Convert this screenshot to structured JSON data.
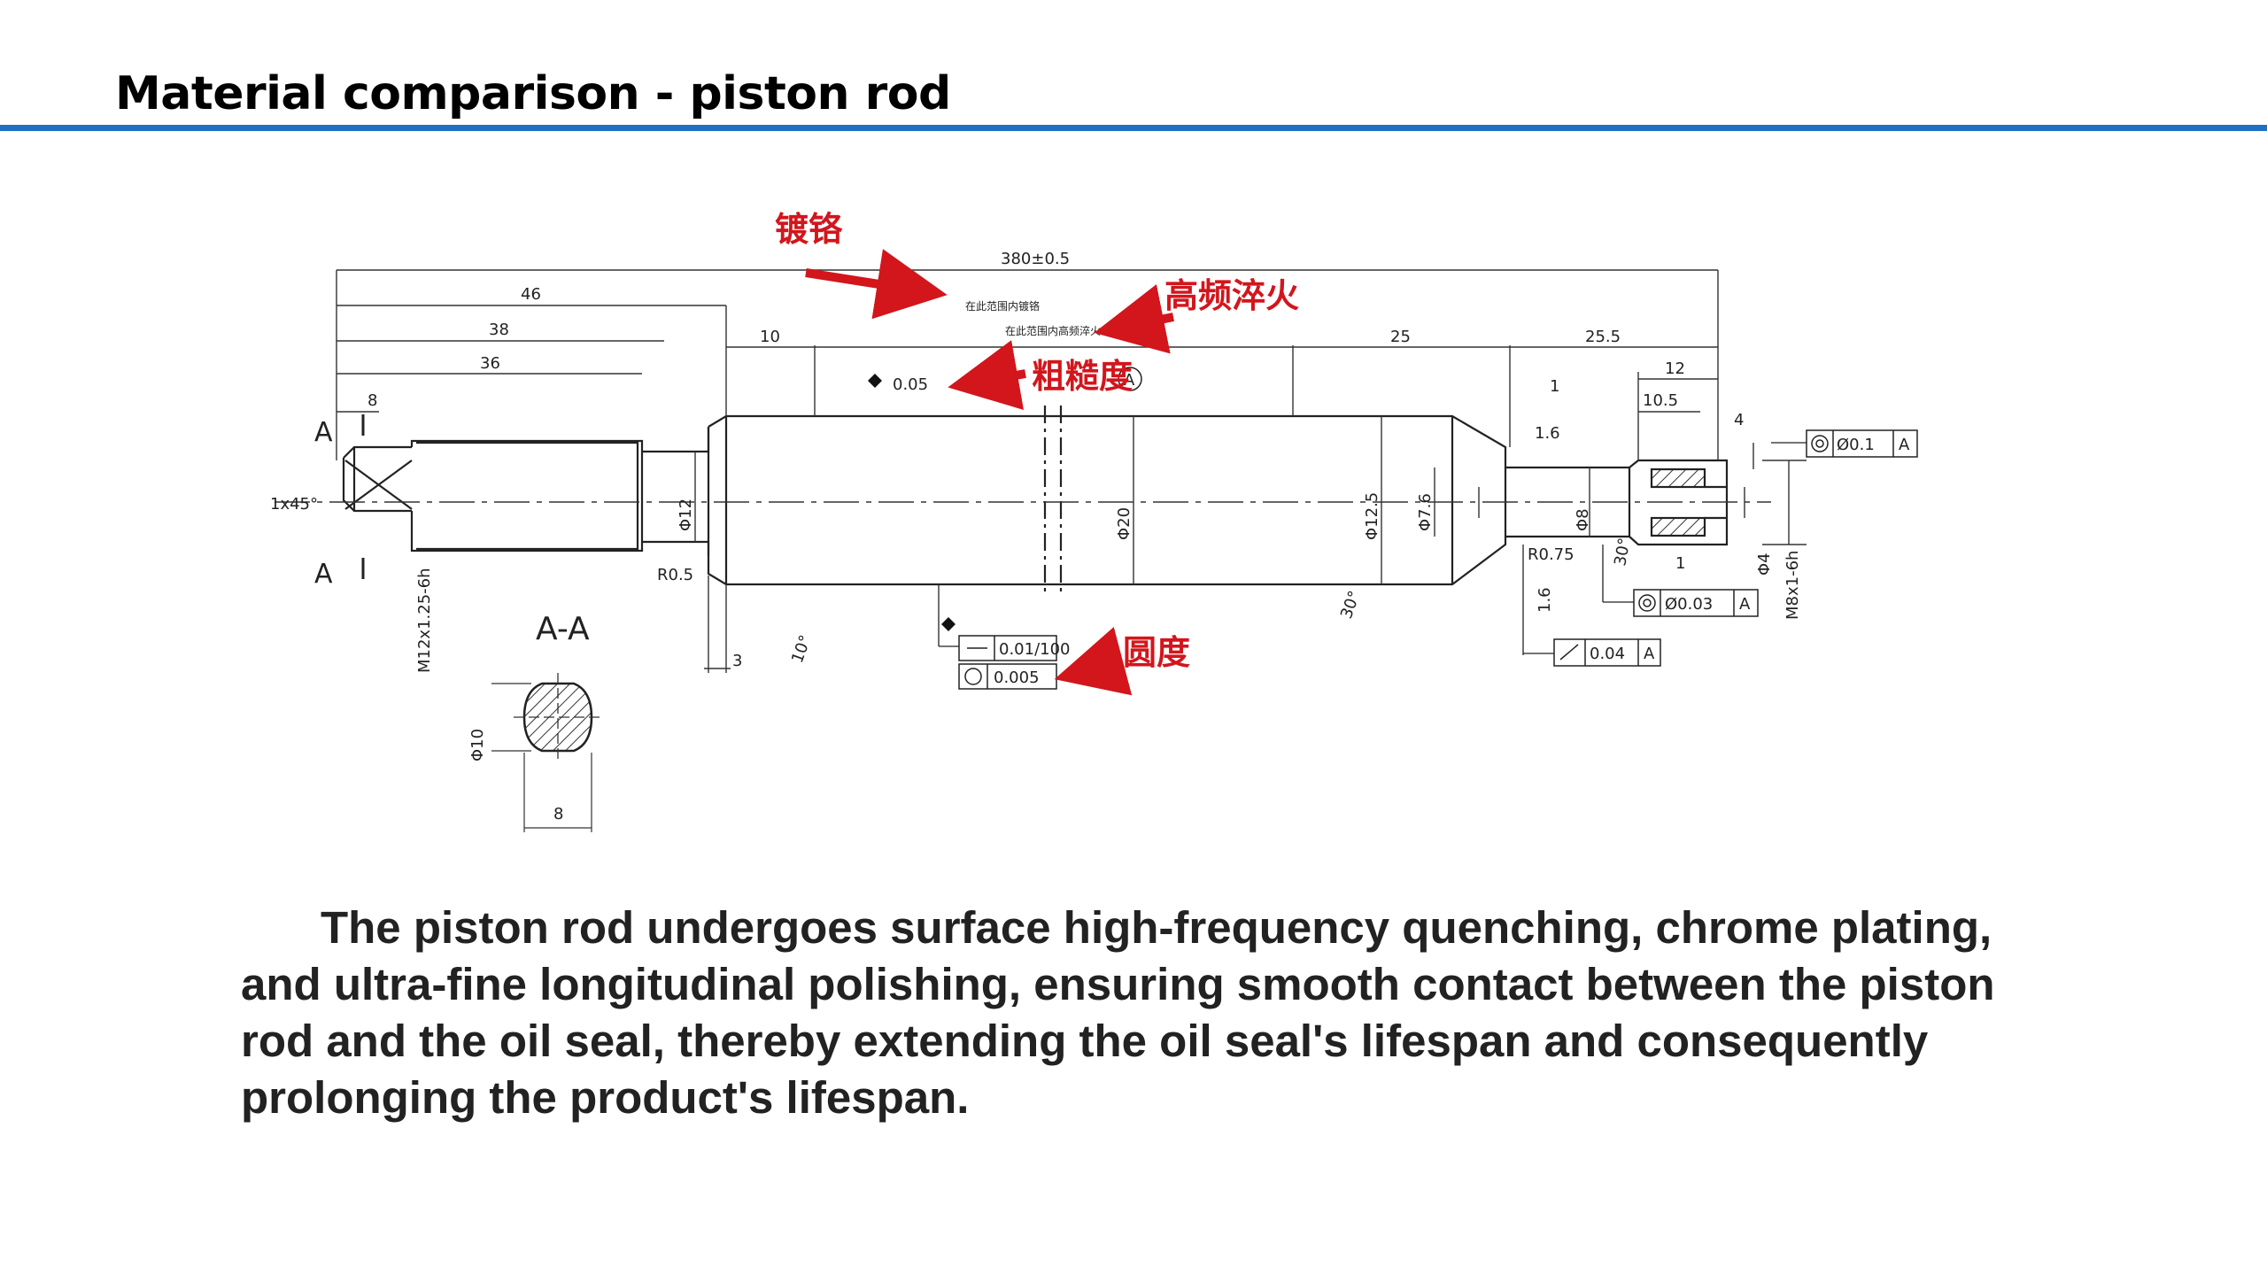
{
  "slide": {
    "title": "Material comparison - piston rod",
    "accent_color": "#1f6fc5",
    "body": "The piston rod undergoes surface high-frequency quenching, chrome plating, and ultra-fine longitudinal polishing, ensuring smooth contact between the piston rod and the oil seal, thereby extending the oil seal's lifespan and consequently prolonging the product's lifespan."
  },
  "drawing": {
    "callouts": {
      "chrome": "镀铬",
      "quench": "高频淬火",
      "roughness": "粗糙度",
      "roundness": "圆度",
      "color": "#d2161c"
    },
    "notes": {
      "chrome_range": "在此范围内镀铬",
      "quench_range": "在此范围内高频淬火"
    },
    "dims": {
      "overall": "380±0.5",
      "d46": "46",
      "d38": "38",
      "d36": "36",
      "d8": "8",
      "d10": "10",
      "d25": "25",
      "d25_5": "25.5",
      "d12": "12",
      "d10_5": "10.5",
      "d1": "1",
      "d3": "3",
      "d4": "4",
      "chamfer": "1x45°",
      "r05": "R0.5",
      "r075": "R0.75",
      "thread_m12": "M12x1.25-6h",
      "thread_m8": "M8x1-6h",
      "dia12": "Φ12",
      "dia20": "Φ20",
      "dia12_5": "Φ12.5",
      "dia7_6": "Φ7.6",
      "dia8": "Φ8",
      "dia4": "Φ4",
      "dia10": "Φ10",
      "d8_015": "8",
      "ang30a": "30°",
      "ang30b": "30°",
      "ang10": "10°",
      "ra16a": "1.6",
      "ra16b": "1.6",
      "section_a_left": "A",
      "section_a_left2": "A",
      "section_label": "A-A"
    },
    "tolerances": {
      "roughness_value": "0.05",
      "datum": "A",
      "straightness": "0.01/100",
      "roundness": "0.005",
      "conc_01": "Ø0.1",
      "conc_003": "Ø0.03",
      "runout": "0.04"
    }
  }
}
